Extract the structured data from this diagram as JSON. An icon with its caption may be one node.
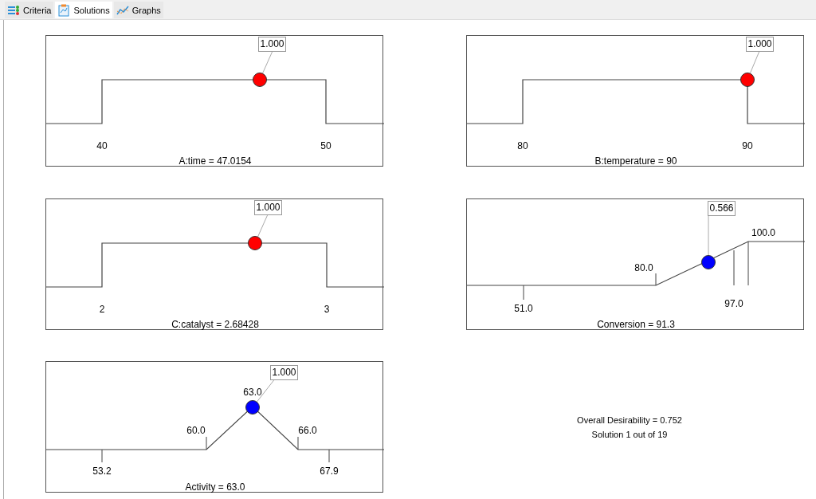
{
  "diagram": {
    "nodes": [
      {
        "text": [
          "40",
          "50",
          "A:time = 47.0154"
        ]
      },
      {
        "text": [
          "1.000"
        ],
        "in": 0
      },
      {
        "text": [],
        "shape": "circle",
        "in": 0
      },
      {
        "text": [
          "80",
          "90",
          "B:temperature = 90"
        ]
      },
      {
        "text": [
          "1.000"
        ],
        "in": 3
      },
      {
        "text": [],
        "shape": "circle",
        "in": 3
      },
      {
        "text": [
          "2",
          "3",
          "C:catalyst = 2.68428"
        ]
      },
      {
        "text": [
          "1.000"
        ],
        "in": 6
      },
      {
        "text": [],
        "shape": "circle",
        "in": 6
      },
      {
        "text": [
          "100.0",
          "80.0",
          "51.0",
          "97.0",
          "Conversion = 91.3"
        ]
      },
      {
        "text": [
          "0.566"
        ],
        "in": 9
      },
      {
        "text": [],
        "shape": "circle",
        "in": 9
      },
      {
        "text": [
          "63.0",
          "60.0",
          "66.0",
          "53.2",
          "67.9",
          "Activity = 63.0"
        ]
      },
      {
        "text": [
          "1.000"
        ],
        "in": 12
      },
      {
        "text": [],
        "shape": "circle",
        "in": 12
      }
    ],
    "edges": [
      {
        "from": 1,
        "to": 2,
        "arrow": "none"
      },
      {
        "from": 4,
        "to": 5,
        "arrow": "none"
      },
      {
        "from": 7,
        "to": 8,
        "arrow": "none"
      },
      {
        "from": 10,
        "to": 11,
        "arrow": "none"
      },
      {
        "from": 13,
        "to": 14,
        "arrow": "none"
      }
    ],
    "labels": [
      "Criteria",
      "Solutions",
      "Graphs",
      "Overall Desirability = 0.752",
      "Solution 1 out of 19"
    ]
  }
}
